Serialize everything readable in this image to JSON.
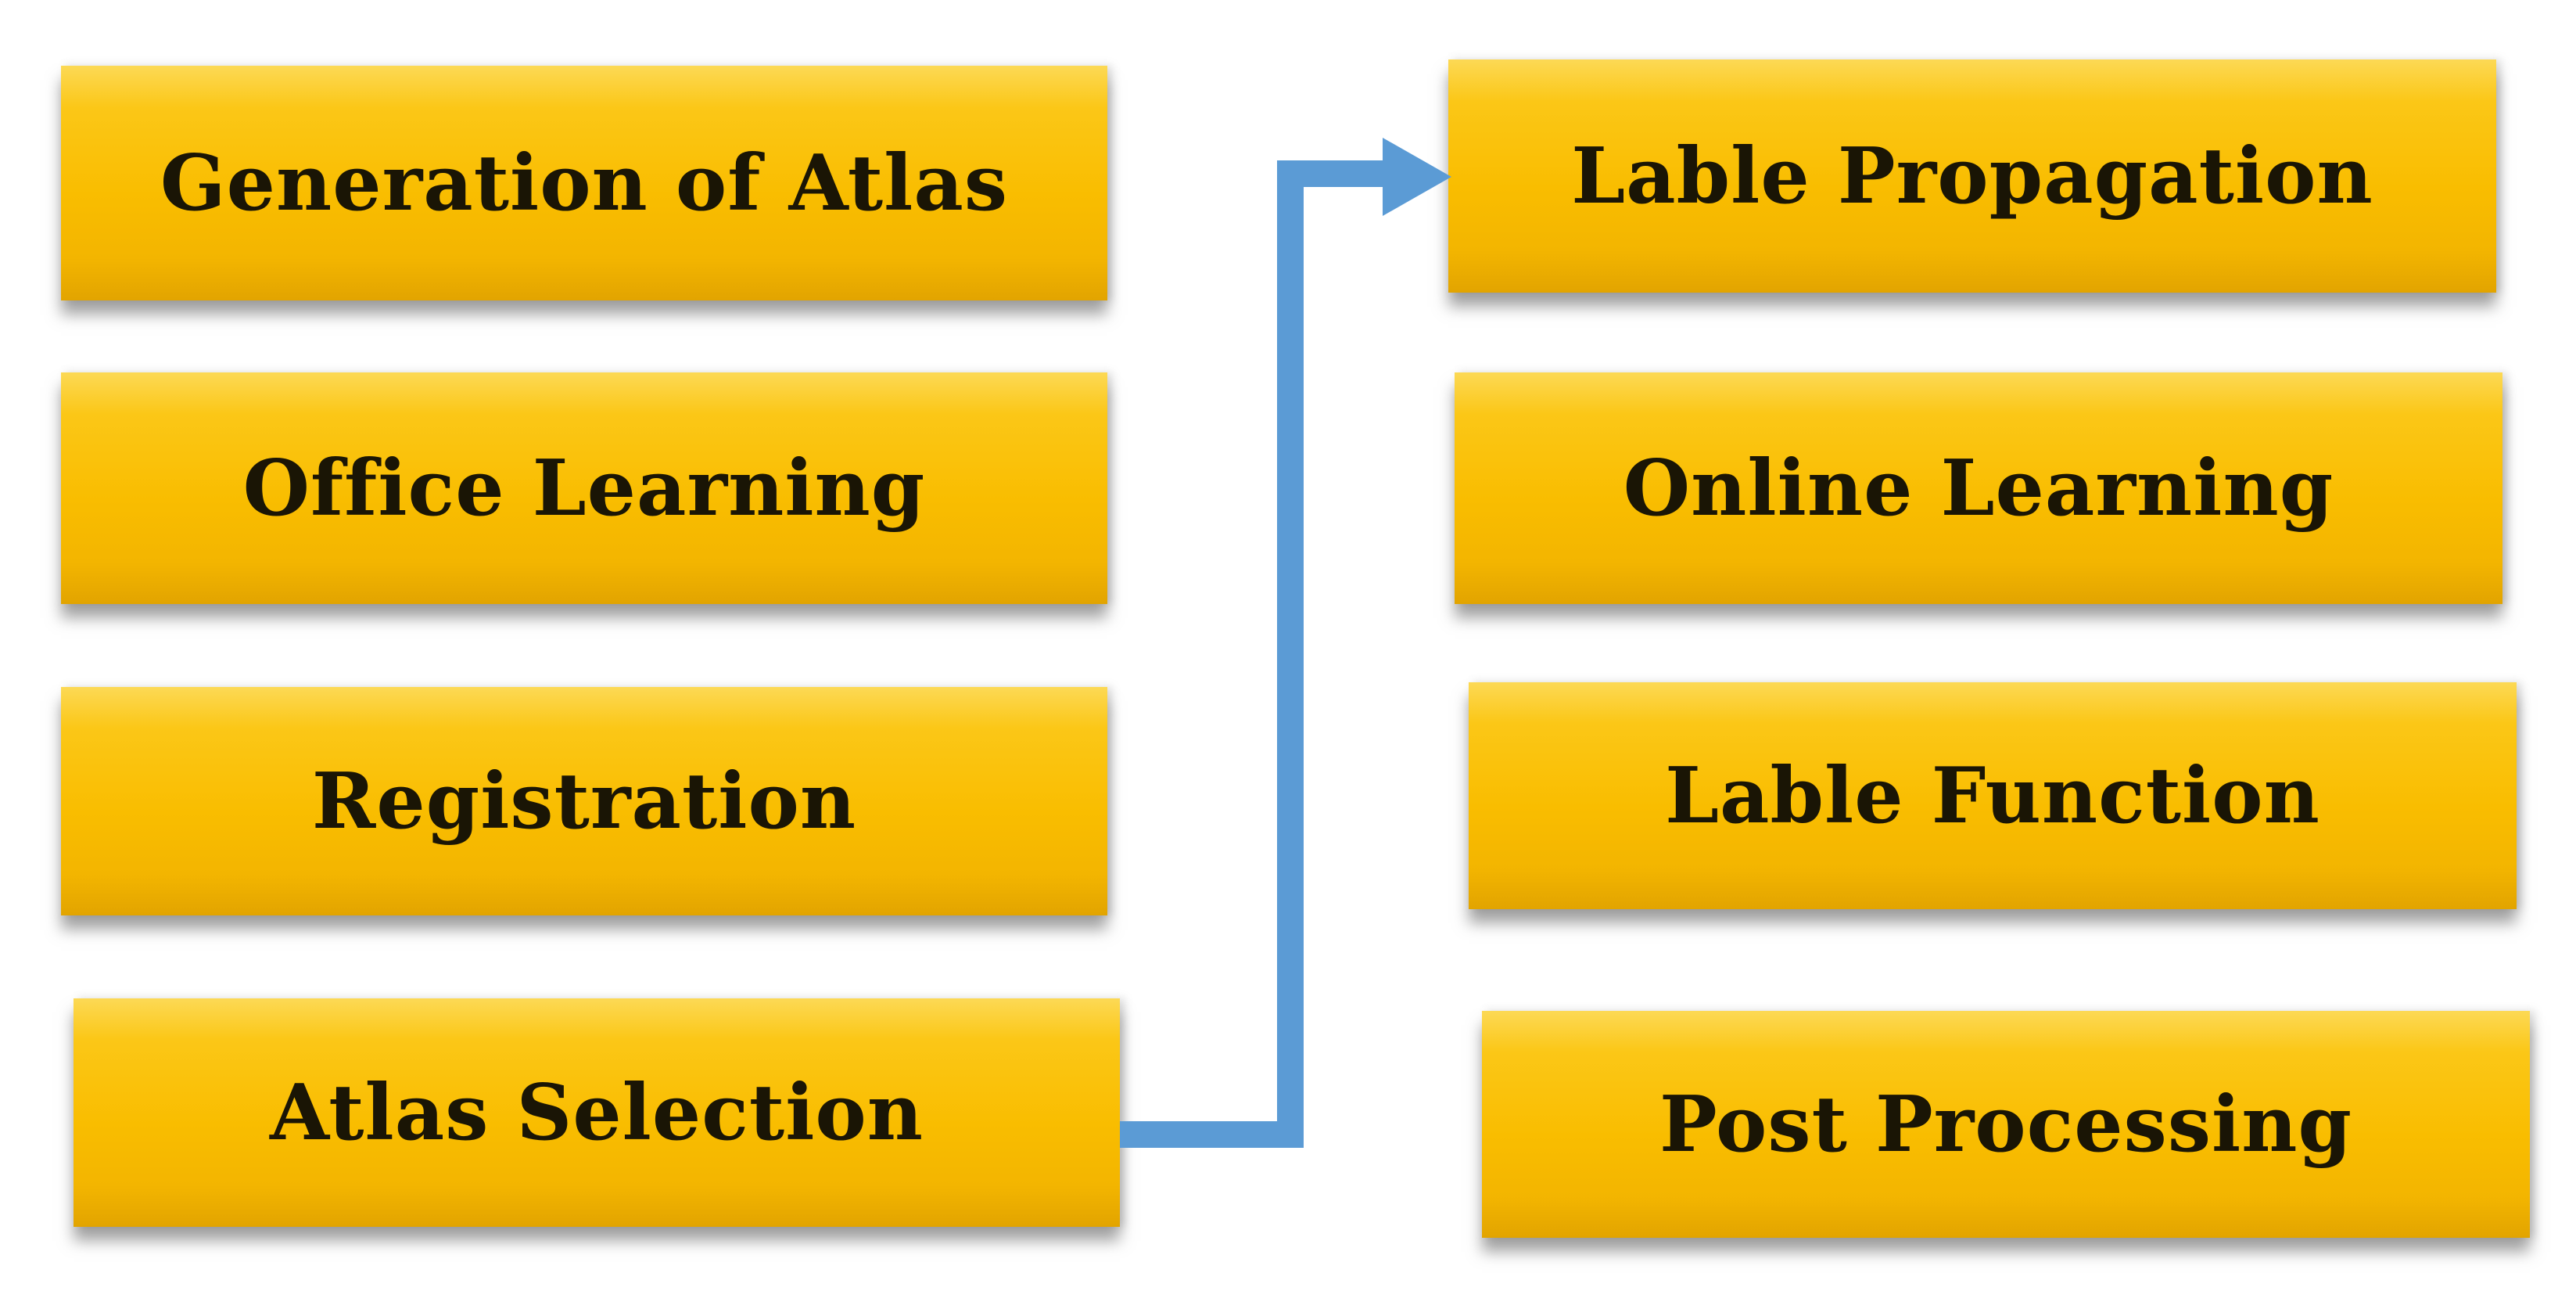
{
  "left_column": [
    {
      "label": "Generation of Atlas"
    },
    {
      "label": "Office Learning"
    },
    {
      "label": "Registration"
    },
    {
      "label": "Atlas Selection"
    }
  ],
  "right_column": [
    {
      "label": "Lable Propagation"
    },
    {
      "label": "Online Learning"
    },
    {
      "label": "Lable Function"
    },
    {
      "label": "Post Processing"
    }
  ],
  "colors": {
    "box_fill": "#f9bd00",
    "text": "#1a1505",
    "arrow": "#5b9bd5"
  }
}
